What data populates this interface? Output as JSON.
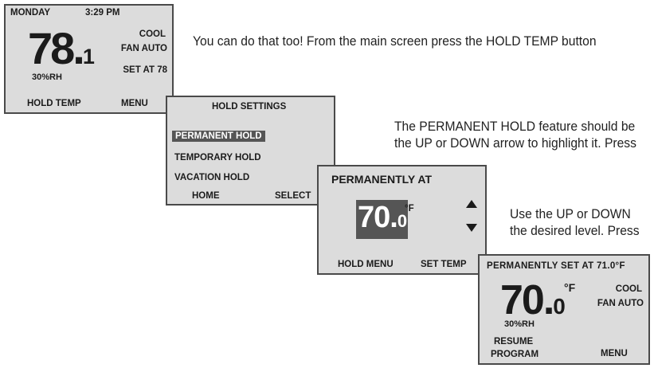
{
  "screen1": {
    "day": "MONDAY",
    "time": "3:29 PM",
    "temp_main": "78.",
    "temp_decimal": "1",
    "humidity": "30%RH",
    "mode": "COOL",
    "fan": "FAN AUTO",
    "setpoint": "SET AT 78",
    "left_softkey": "HOLD TEMP",
    "right_softkey": "MENU"
  },
  "screen2": {
    "title": "HOLD SETTINGS",
    "items": [
      "PERMANENT HOLD",
      "TEMPORARY HOLD",
      "VACATION HOLD"
    ],
    "selected_item": "PERMANENT HOLD",
    "left_softkey": "HOME",
    "right_softkey": "SELECT"
  },
  "screen3": {
    "title": "PERMANENTLY AT",
    "temp_main": "70.",
    "temp_decimal": "0",
    "unit": "°F",
    "left_softkey": "HOLD MENU",
    "right_softkey": "SET TEMP"
  },
  "screen4": {
    "title": "PERMANENTLY SET AT 71.0°F",
    "temp_main": "70.",
    "temp_decimal": "0",
    "unit": "°F",
    "humidity": "30%RH",
    "mode": "COOL",
    "fan": "FAN AUTO",
    "left_softkey_line1": "RESUME",
    "left_softkey_line2": "PROGRAM",
    "right_softkey": "MENU"
  },
  "captions": {
    "c1": "You can do that too! From the main screen press the HOLD TEMP button",
    "c2_line1": "The PERMANENT HOLD feature should be",
    "c2_line2": "the UP or DOWN arrow to highlight it. Press",
    "c3_line1": "Use the UP or DOWN",
    "c3_line2": "the desired level. Press"
  }
}
